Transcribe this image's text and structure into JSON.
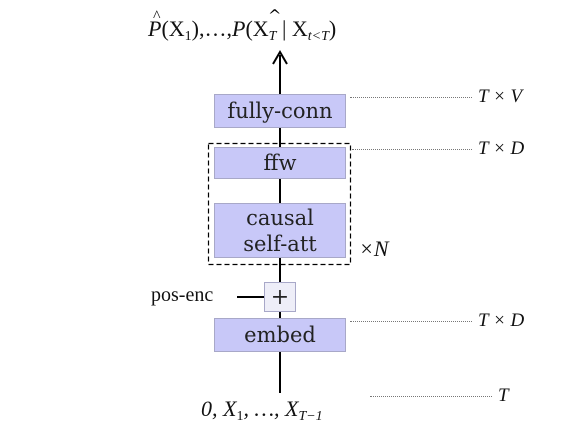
{
  "output_label": "P̂(X₁),…,P̂(X_T | X_{t<T})",
  "output_parts": {
    "p1": "P",
    "x1": "(X",
    "sub1": "1",
    "rest1": "),…,",
    "p2": "P",
    "x2": "(X",
    "subT": "T",
    "bar": " | X",
    "subt": "t<T",
    "close": ")"
  },
  "blocks": {
    "fully_conn": "fully-conn",
    "ffw": "ffw",
    "causal_self_att": "causal\nself-att",
    "embed": "embed",
    "plus": "+"
  },
  "pos_enc_label": "pos-enc",
  "repeat_label": "×N",
  "input_label": {
    "head": "0, X",
    "sub1": "1",
    "mid": ", …, X",
    "subT": "T−1"
  },
  "dims": {
    "fully_conn": "T × V",
    "ffw": "T × D",
    "embed": "T × D",
    "input": "T"
  }
}
